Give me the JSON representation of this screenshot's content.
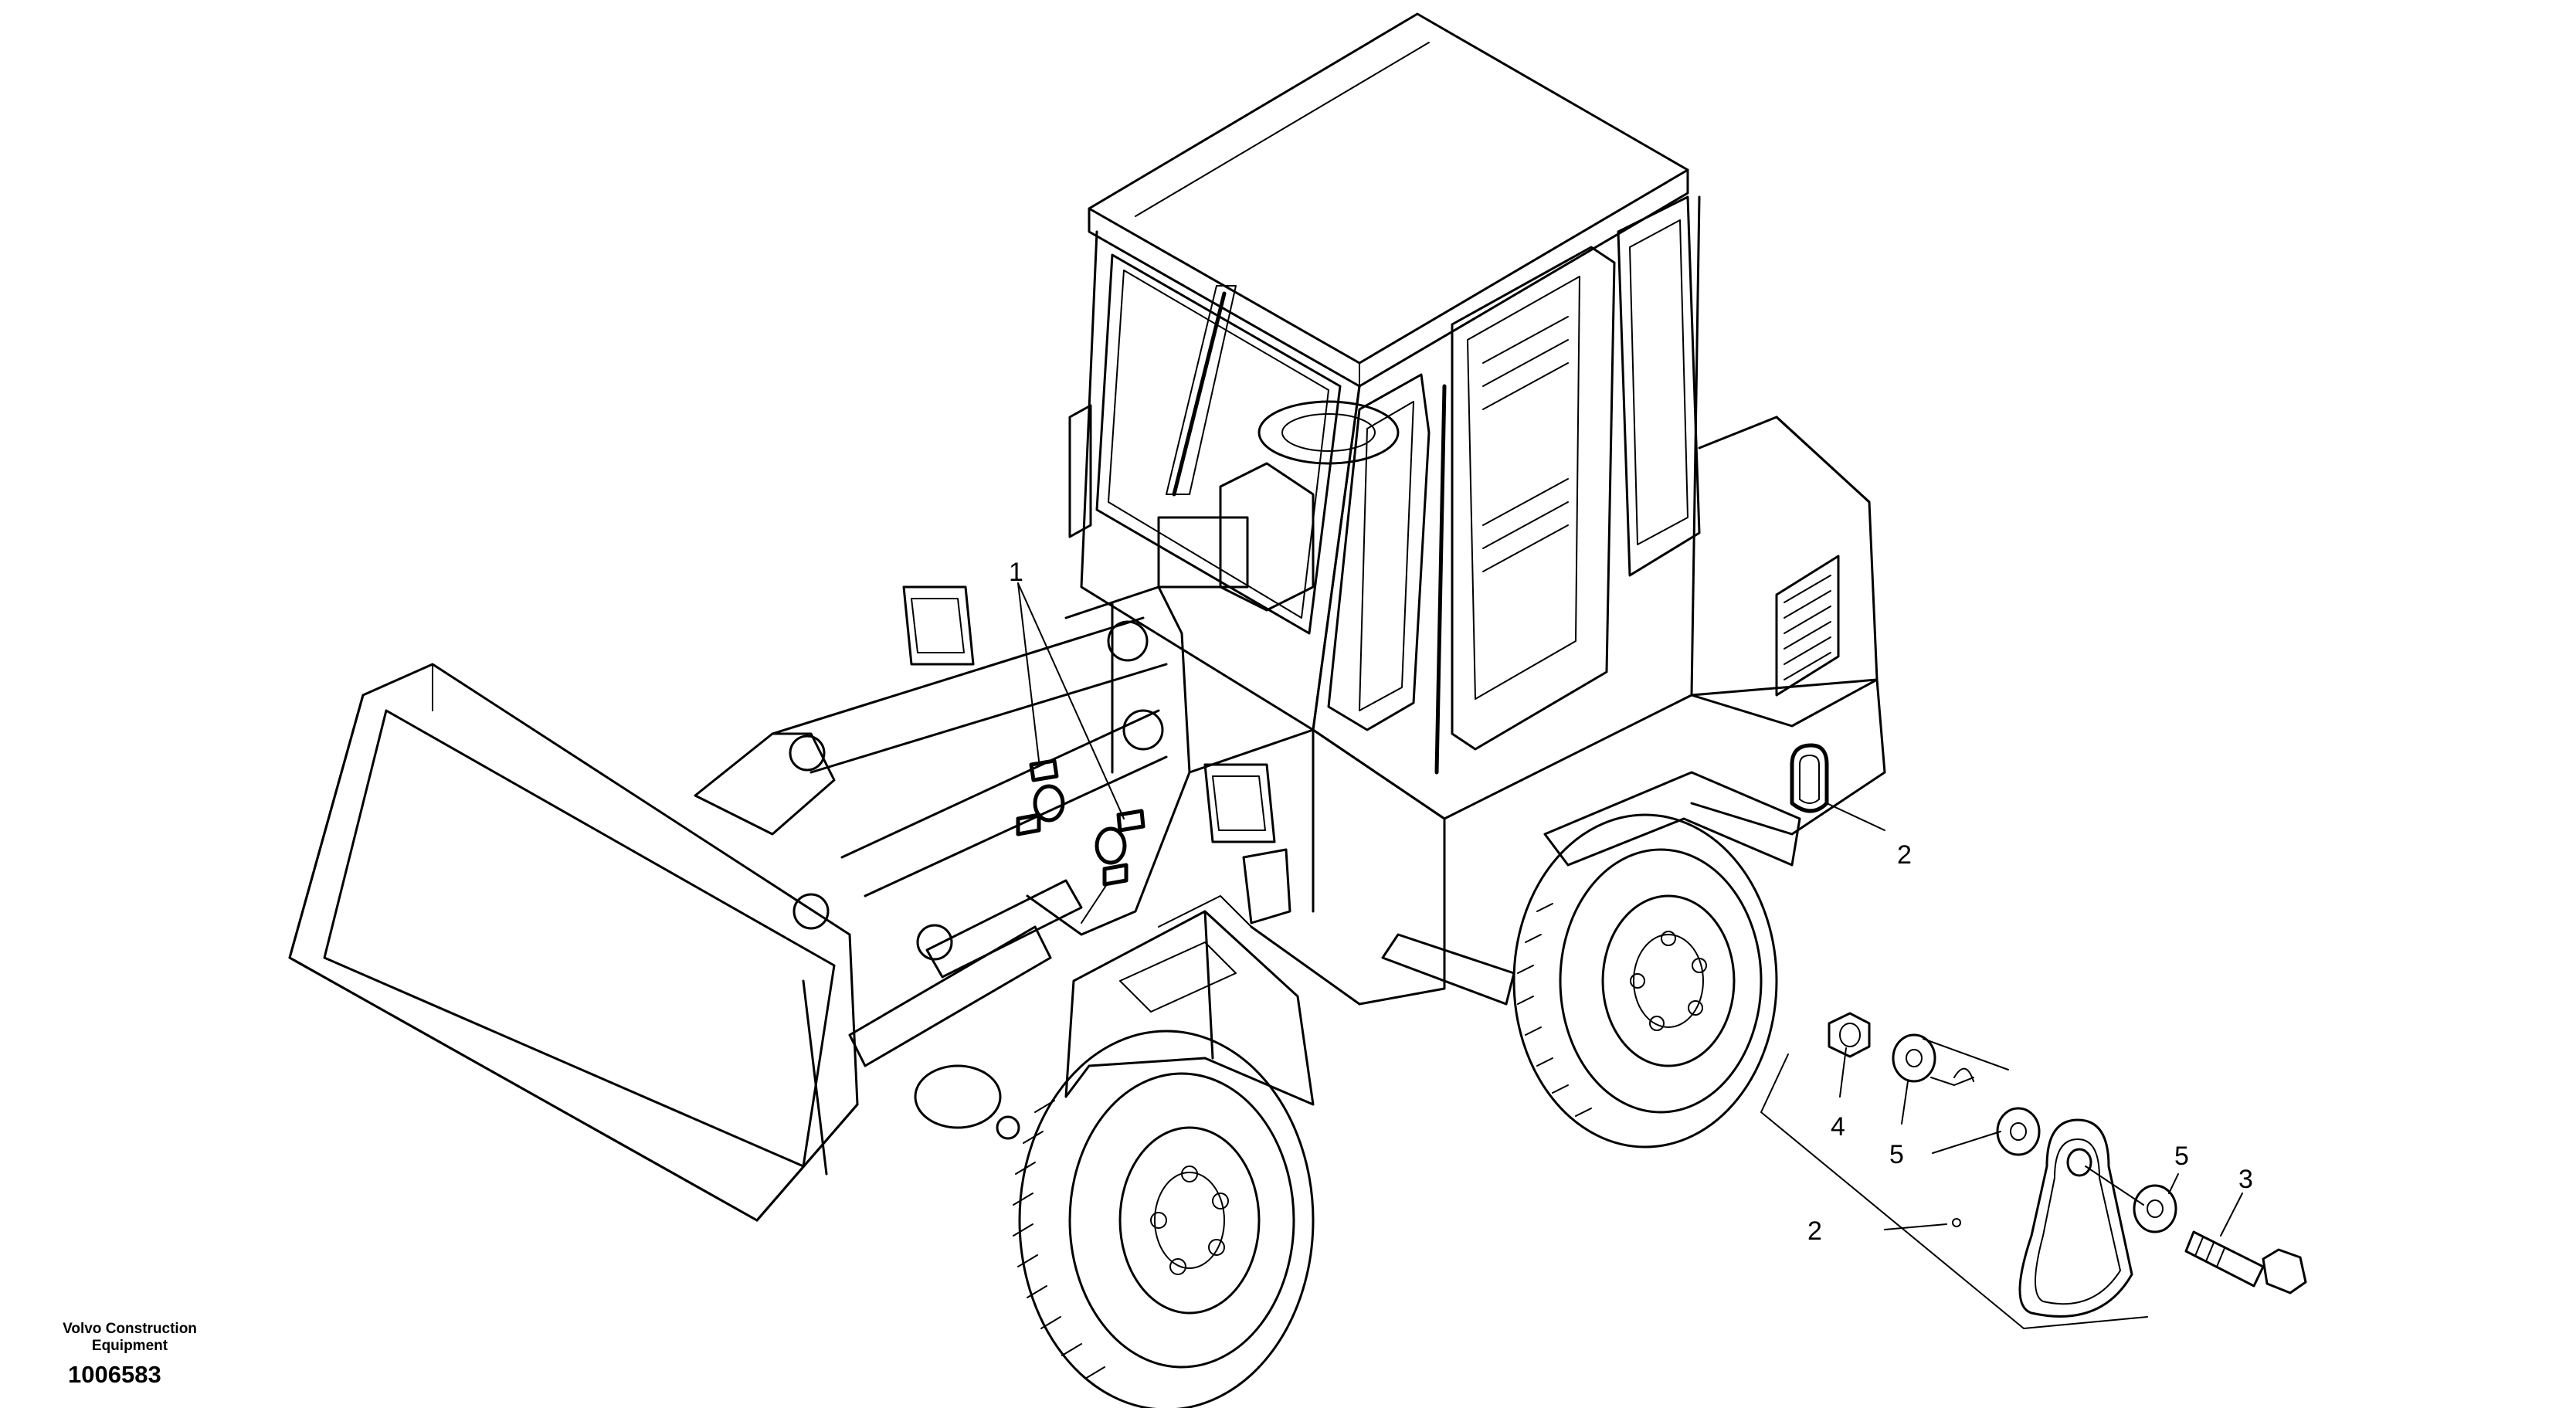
{
  "callouts": {
    "c1": "1",
    "c2_machine": "2",
    "c2_detail": "2",
    "c3": "3",
    "c4": "4",
    "c5_left": "5",
    "c5_right": "5"
  },
  "footer": {
    "brand_line1": "Volvo Construction",
    "brand_line2": "Equipment",
    "doc_number": "1006583"
  }
}
